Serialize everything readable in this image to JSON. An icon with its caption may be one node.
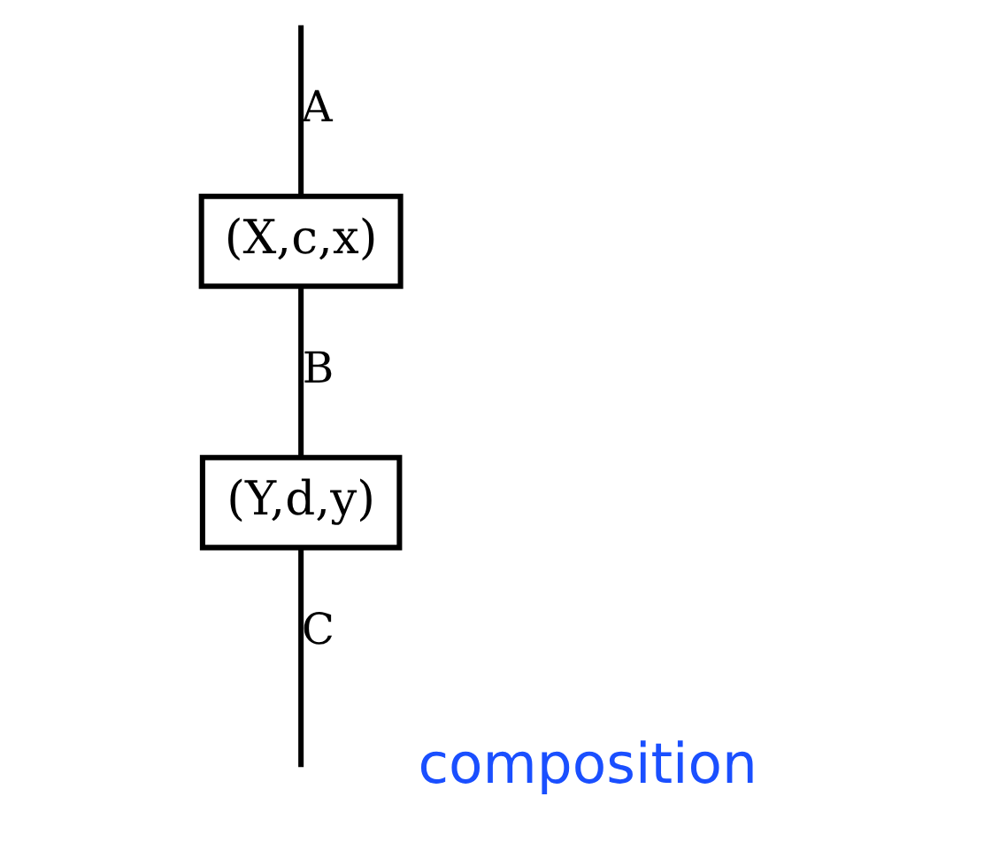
{
  "diagram": {
    "nodes": [
      {
        "text": [
          "(X,c,x)"
        ]
      },
      {
        "text": [
          "(Y,d,y)"
        ]
      }
    ],
    "edges": [
      {
        "from": null,
        "to": 0,
        "arrow": "none",
        "label": "A"
      },
      {
        "from": 0,
        "to": 1,
        "arrow": "none",
        "label": "B"
      },
      {
        "from": 1,
        "to": null,
        "arrow": "none",
        "label": "C"
      }
    ],
    "labels": [
      "composition"
    ]
  }
}
